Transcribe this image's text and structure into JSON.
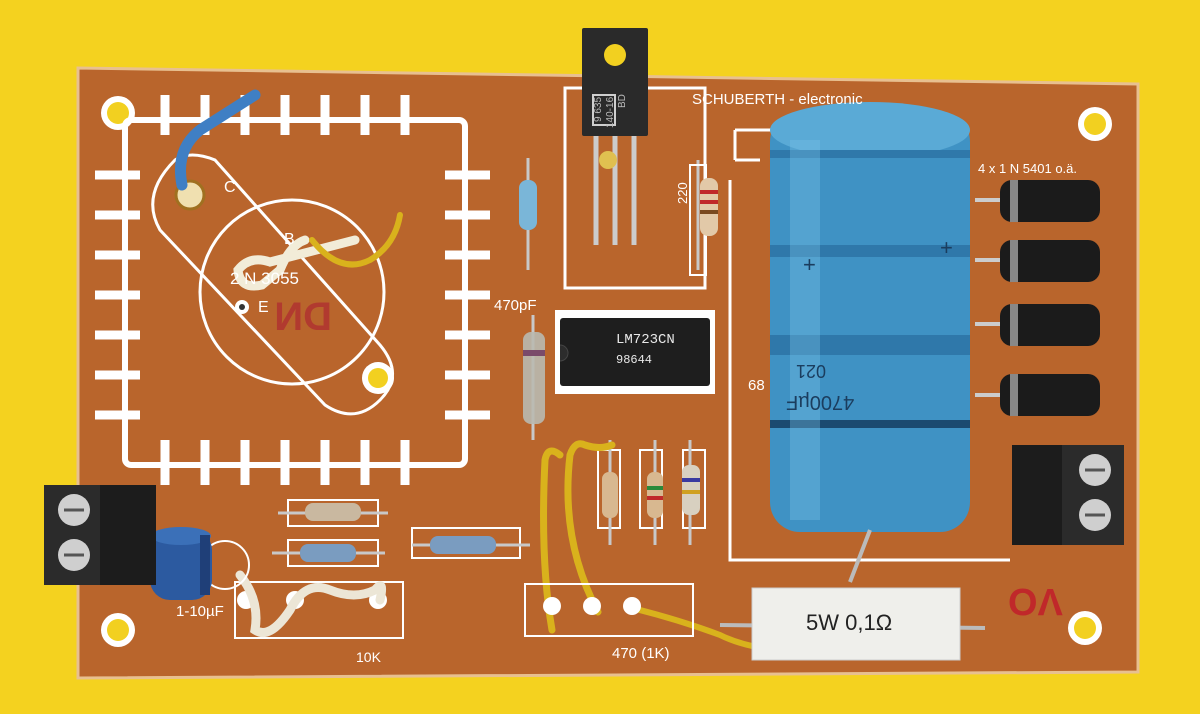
{
  "board": {
    "brand": "SCHUBERTH - electronic",
    "transistor_label": "2 N 3055",
    "pin_c": "C",
    "pin_b": "B",
    "pin_e": "E",
    "cap_470pf": "470pF",
    "ic_part": "LM723CN",
    "ic_code": "98644",
    "diode_label": "4 x 1 N 5401 o.ä.",
    "electrolytic_label": "1-10µF",
    "trimmer_1": "10K",
    "trimmer_2": "470 (1K)",
    "resistor_220": "220",
    "big_cap_value": "4700µF",
    "big_cap_code": "021",
    "big_cap_side": "68",
    "power_resistor": "5W  0,1Ω",
    "vo_label": "VO",
    "dn_label": "DN",
    "bd_line1": "BD",
    "bd_line2": "140-16",
    "bd_line3": "9 635"
  },
  "colors": {
    "background": "#f4d21f",
    "pcb": "#b9652c",
    "silkscreen": "#ffffff",
    "capacitor": "#3f92c4",
    "ic": "#1e1e1e",
    "terminal": "#2b2b2b",
    "wire_yellow": "#d9b21c",
    "wire_blue": "#3f7fc4"
  }
}
